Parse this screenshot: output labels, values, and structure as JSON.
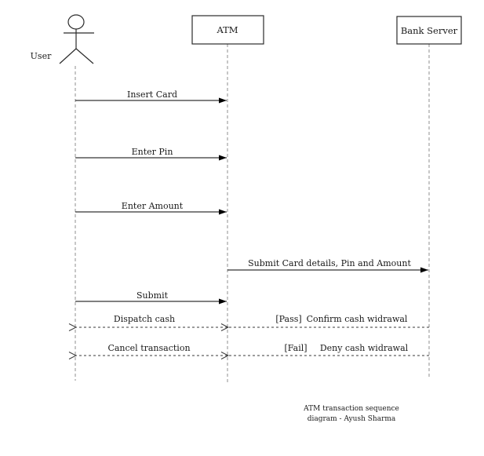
{
  "participants": [
    {
      "label": "User",
      "kind": "actor"
    },
    {
      "label": "ATM",
      "kind": "box"
    },
    {
      "label": "Bank Server",
      "kind": "box"
    }
  ],
  "messages": [
    {
      "label": "Insert Card",
      "from": "User",
      "to": "ATM",
      "line": "solid"
    },
    {
      "label": "Enter Pin",
      "from": "User",
      "to": "ATM",
      "line": "solid"
    },
    {
      "label": "Enter Amount",
      "from": "User",
      "to": "ATM",
      "line": "solid"
    },
    {
      "label": "Submit Card details, Pin and Amount",
      "from": "ATM",
      "to": "Bank Server",
      "line": "solid"
    },
    {
      "label": "Submit",
      "from": "User",
      "to": "ATM",
      "line": "solid"
    },
    {
      "label": "Dispatch cash",
      "from": "ATM",
      "to": "User",
      "line": "dashed"
    },
    {
      "guard": "[Pass]",
      "label": "Confirm cash widrawal",
      "from": "Bank Server",
      "to": "ATM",
      "line": "dashed"
    },
    {
      "label": "Cancel transaction",
      "from": "ATM",
      "to": "User",
      "line": "dashed"
    },
    {
      "guard": "[Fail]",
      "label": "Deny cash widrawal",
      "from": "Bank Server",
      "to": "ATM",
      "line": "dashed"
    }
  ],
  "caption": {
    "line1": "ATM transaction sequence",
    "line2": "diagram - Ayush Sharma"
  },
  "colors": {
    "solid_line": "#000000",
    "dashed_line": "#3a3a3a",
    "lifeline": "#8f8f8f",
    "text": "#1a1a1a",
    "background": "#ffffff"
  }
}
